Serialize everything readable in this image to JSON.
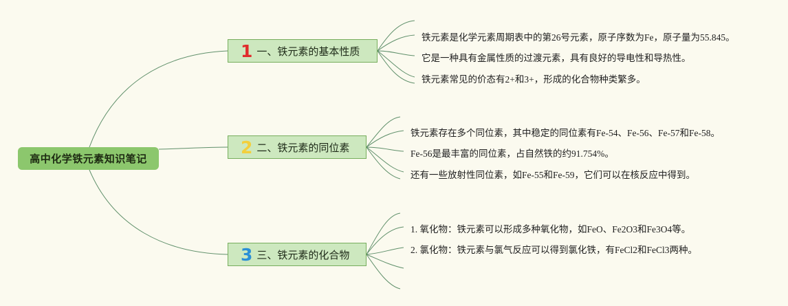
{
  "root": {
    "label": "高中化学铁元素知识笔记"
  },
  "branches": [
    {
      "number": "1",
      "number_color": "#e02c2c",
      "label": "一、铁元素的基本性质",
      "leaves": [
        "铁元素是化学元素周期表中的第26号元素，原子序数为Fe，原子量为55.845。",
        "它是一种具有金属性质的过渡元素，具有良好的导电性和导热性。",
        "铁元素常见的价态有2+和3+，形成的化合物种类繁多。"
      ]
    },
    {
      "number": "2",
      "number_color": "#f3cf3c",
      "label": "二、铁元素的同位素",
      "leaves": [
        "铁元素存在多个同位素，其中稳定的同位素有Fe-54、Fe-56、Fe-57和Fe-58。",
        "Fe-56是最丰富的同位素，占自然铁的约91.754%。",
        "还有一些放射性同位素，如Fe-55和Fe-59，它们可以在核反应中得到。"
      ]
    },
    {
      "number": "3",
      "number_color": "#2b8fd6",
      "label": "三、铁元素的化合物",
      "leaves": [
        "1. 氧化物：铁元素可以形成多种氧化物，如FeO、Fe2O3和Fe3O4等。",
        "2. 氯化物：铁元素与氯气反应可以得到氯化铁，有FeCl2和FeCl3两种。"
      ]
    }
  ],
  "colors": {
    "background": "#fbfaef",
    "root_fill": "#8cc76d",
    "branch_fill": "#cde8bf",
    "branch_border": "#76ad5c",
    "line": "#5f8f6a"
  }
}
